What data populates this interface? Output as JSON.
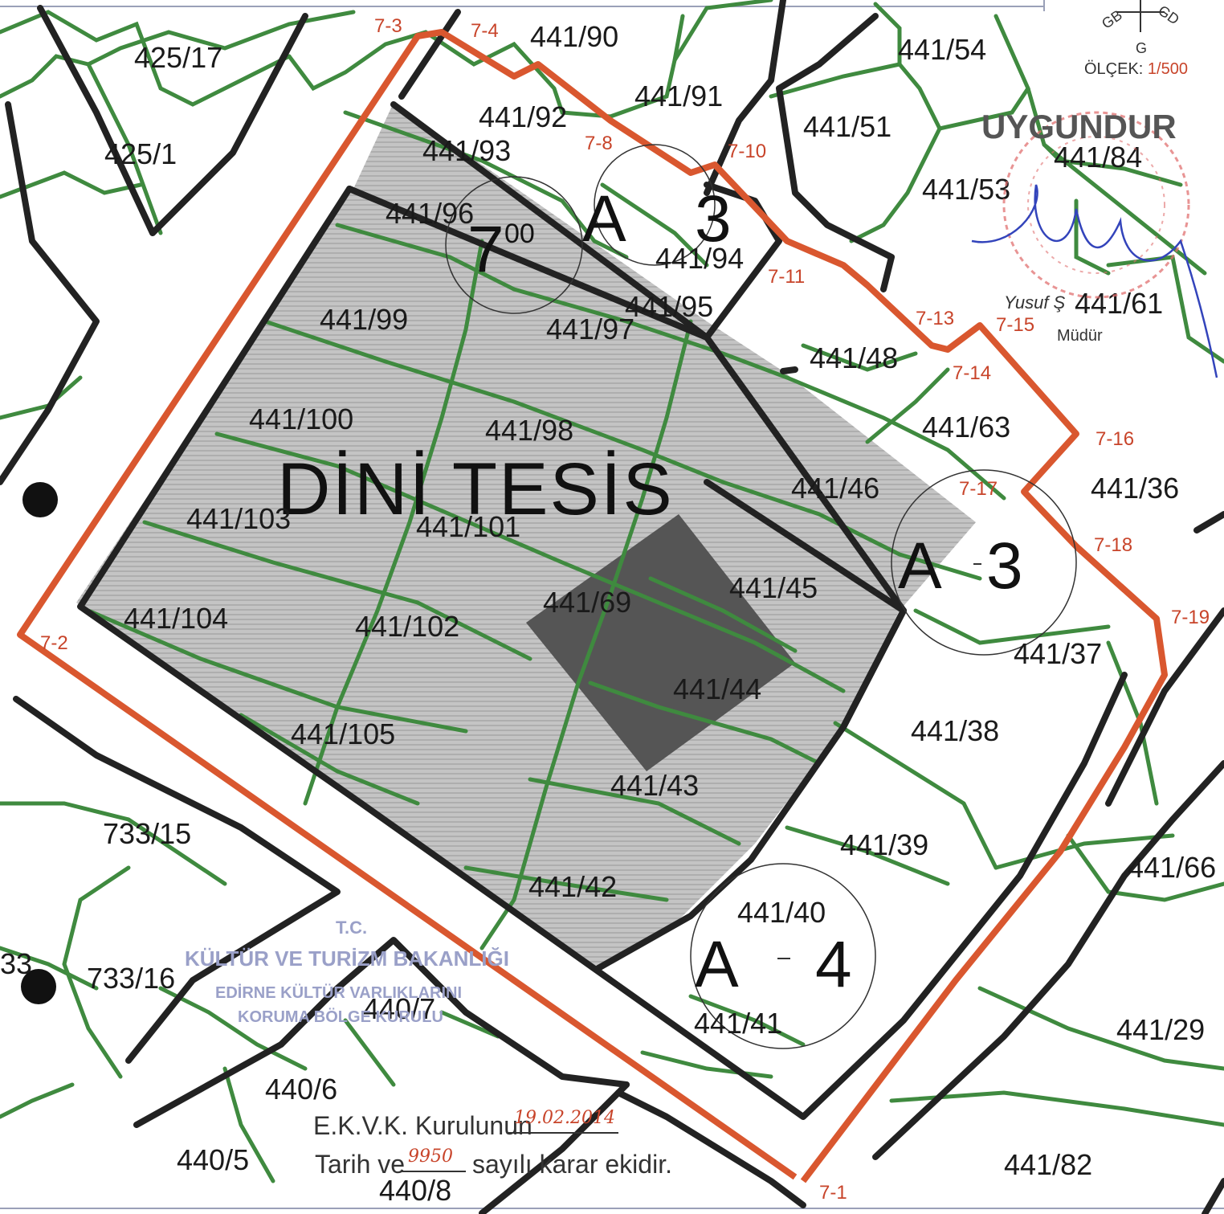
{
  "map": {
    "title": "DİNİ TESİS",
    "scale_label": "ÖLÇEK:",
    "scale_value": "1/500",
    "compass": {
      "gb": "GB",
      "gd": "GD",
      "g": "G"
    },
    "stamp": {
      "title": "UYGUNDUR",
      "signer": "Yusuf Ş",
      "role": "Müdür"
    },
    "watermark": {
      "line1": "T.C.",
      "line2": "KÜLTÜR VE TURİZM BAKANLIĞI",
      "line3": "EDİRNE KÜLTÜR VARLIKLARINI",
      "line4": "KORUMA BÖLGE KURULU"
    },
    "note": {
      "line1_prefix": "E.K.V.K. Kurulunun",
      "line1_date": "19.02.2014",
      "line2_prefix": "Tarih ve",
      "line2_number": "9950",
      "line2_suffix": "sayılı karar ekidir."
    },
    "zones": [
      {
        "letter": "A",
        "num": "3"
      },
      {
        "letter": "A",
        "num": "3"
      },
      {
        "letter": "A",
        "num": "4"
      }
    ],
    "block_label": {
      "big": "7",
      "small": "00"
    },
    "parcels": [
      "425/17",
      "425/1",
      "441/90",
      "441/54",
      "441/91",
      "441/92",
      "441/93",
      "441/51",
      "441/84",
      "441/53",
      "441/96",
      "441/94",
      "441/95",
      "441/97",
      "441/99",
      "441/61",
      "441/48",
      "441/63",
      "441/100",
      "441/98",
      "441/46",
      "441/36",
      "441/103",
      "441/101",
      "441/45",
      "441/69",
      "441/104",
      "441/102",
      "441/37",
      "441/44",
      "441/38",
      "441/105",
      "441/43",
      "733/15",
      "441/39",
      "441/66",
      "441/42",
      "441/40",
      "733/16",
      "440/7",
      "441/41",
      "441/29",
      "440/6",
      "440/5",
      "440/8",
      "441/82",
      "33"
    ],
    "points": [
      "7-1",
      "7-2",
      "7-3",
      "7-4",
      "7-8",
      "7-10",
      "7-11",
      "7-13",
      "7-14",
      "7-15",
      "7-16",
      "7-17",
      "7-18",
      "7-19"
    ],
    "colors": {
      "parcel_line": "#3f8a3f",
      "boundary_red": "#d9572f",
      "dark_line": "#222222",
      "hatch_fill": "#b9b9b9",
      "dark_block": "#555555"
    }
  }
}
